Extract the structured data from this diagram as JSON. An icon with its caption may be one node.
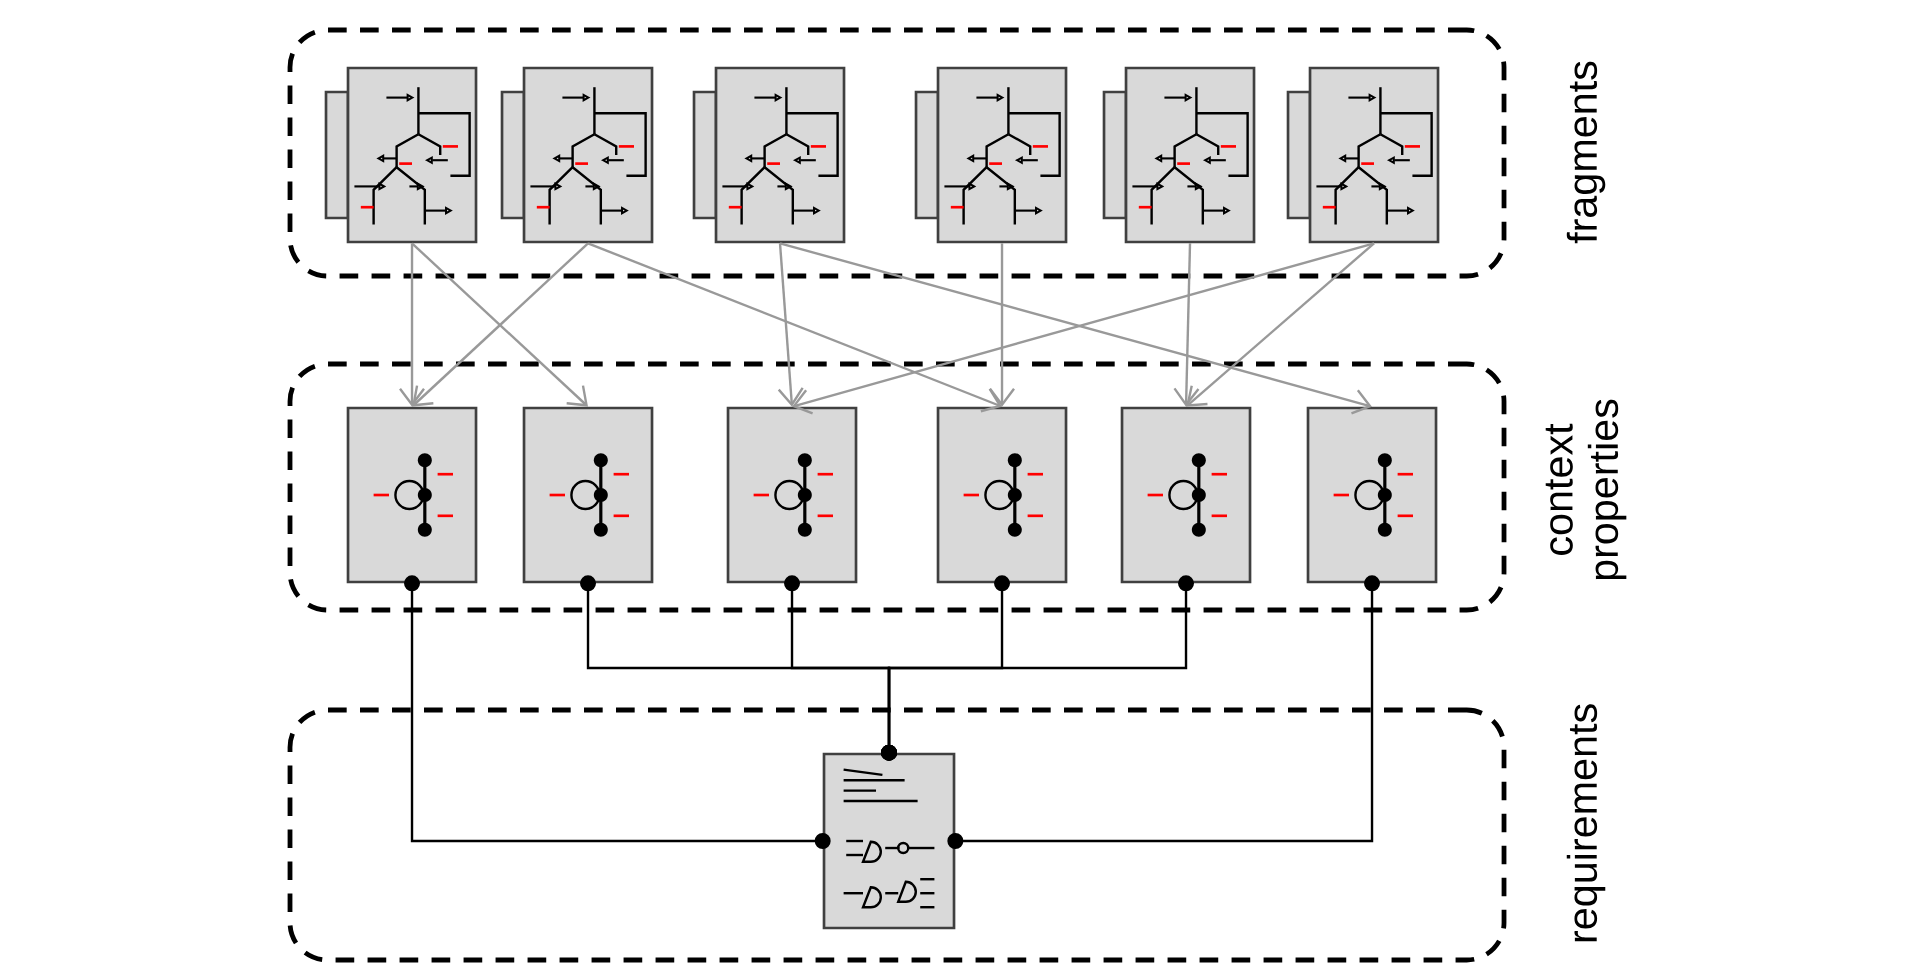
{
  "diagram": {
    "nodes": [
      {
        "text": [
          "fragments"
        ]
      },
      {
        "text": [],
        "shape": "picture",
        "in": 0
      },
      {
        "text": [],
        "shape": "picture",
        "in": 0
      },
      {
        "text": [],
        "shape": "picture",
        "in": 0
      },
      {
        "text": [],
        "shape": "picture",
        "in": 0
      },
      {
        "text": [],
        "shape": "picture",
        "in": 0
      },
      {
        "text": [],
        "shape": "picture",
        "in": 0
      },
      {
        "text": [
          "context properties"
        ]
      },
      {
        "text": [],
        "shape": "box",
        "in": 7
      },
      {
        "text": [],
        "shape": "box",
        "in": 7
      },
      {
        "text": [],
        "shape": "box",
        "in": 7
      },
      {
        "text": [],
        "shape": "box",
        "in": 7
      },
      {
        "text": [],
        "shape": "box",
        "in": 7
      },
      {
        "text": [],
        "shape": "box",
        "in": 7
      },
      {
        "text": [
          "requirements"
        ]
      },
      {
        "text": [],
        "shape": "box",
        "in": 14
      }
    ],
    "edges": [
      {
        "from": 1,
        "to": 8,
        "arrow": "to"
      },
      {
        "from": 1,
        "to": 9,
        "arrow": "to"
      },
      {
        "from": 2,
        "to": 8,
        "arrow": "to"
      },
      {
        "from": 2,
        "to": 11,
        "arrow": "to"
      },
      {
        "from": 3,
        "to": 10,
        "arrow": "to"
      },
      {
        "from": 3,
        "to": 13,
        "arrow": "to"
      },
      {
        "from": 4,
        "to": 11,
        "arrow": "to"
      },
      {
        "from": 5,
        "to": 12,
        "arrow": "to"
      },
      {
        "from": 6,
        "to": 10,
        "arrow": "to"
      },
      {
        "from": 6,
        "to": 12,
        "arrow": "to"
      },
      {
        "from": 8,
        "to": 15,
        "arrow": "other",
        "color": "#000000"
      },
      {
        "from": 9,
        "to": 15,
        "arrow": "other",
        "color": "#000000"
      },
      {
        "from": 10,
        "to": 15,
        "arrow": "other",
        "color": "#000000"
      },
      {
        "from": 11,
        "to": 15,
        "arrow": "other",
        "color": "#000000"
      },
      {
        "from": 12,
        "to": 15,
        "arrow": "other",
        "color": "#000000"
      },
      {
        "from": 13,
        "to": 15,
        "arrow": "other",
        "color": "#000000"
      }
    ]
  }
}
